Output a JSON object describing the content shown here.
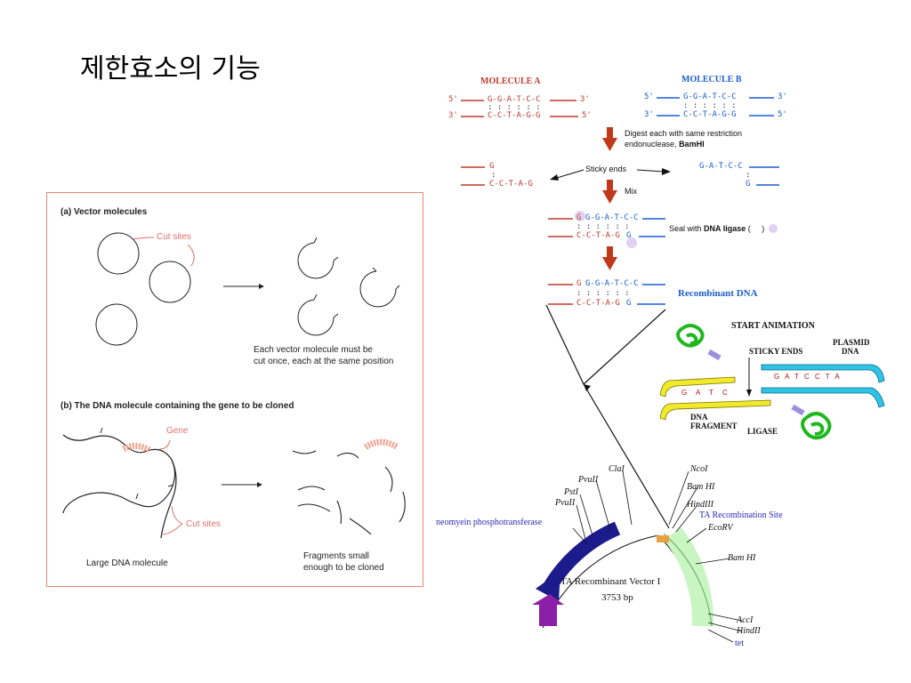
{
  "page": {
    "title": "제한효소의 기능"
  },
  "panel": {
    "a_title": "(a)  Vector molecules",
    "a_cut_sites": "Cut sites",
    "a_caption_1": "Each vector molecule must be",
    "a_caption_2": "cut once, each at the same position",
    "b_title": "(b)  The DNA molecule containing the gene to be cloned",
    "b_gene": "Gene",
    "b_cut_sites": "Cut sites",
    "b_large": "Large DNA molecule",
    "b_frag_1": "Fragments small",
    "b_frag_2": "enough to be cloned"
  },
  "dna": {
    "molecule_a": "MOLECULE A",
    "molecule_b": "MOLECULE B",
    "five": "5'",
    "three": "3'",
    "seq_top": "G-G-A-T-C-C",
    "seq_bottom": "C-C-T-A-G-G",
    "pairs": ": : : : : :",
    "digest_1": "Digest each with same restriction",
    "digest_2_prefix": "endonuclease, ",
    "digest_2_enzyme": "BamHI",
    "sticky_ends": "Sticky ends",
    "mix": "Mix",
    "left_g": "G",
    "left_bottom": "C-C-T-A-G",
    "right_top": "G-A-T-C-C",
    "right_g": "G",
    "seal_prefix": "Seal with ",
    "seal_bold": "DNA ligase",
    "seal_open": " (",
    "seal_close": " )",
    "recombinant": "Recombinant DNA"
  },
  "animation": {
    "start": "START ANIMATION",
    "sticky": "STICKY ENDS",
    "plasmid_1": "PLASMID",
    "plasmid_2": "DNA",
    "fragment_1": "DNA",
    "fragment_2": "FRAGMENT",
    "ligase": "LIGASE",
    "plasmid_bases": "G A T C C T A",
    "fragment_bases": "G A T C"
  },
  "vector": {
    "name": "TA Recombinant Vector I",
    "size": "3753 bp",
    "neo": "neomyein phosphotransferase",
    "ta_site": "TA Recombination Site",
    "tet": "tet",
    "sites": {
      "cla": "ClaI",
      "pvu1": "PvuII",
      "pst": "PstI",
      "pvu2": "PvuII",
      "nco": "NcoI",
      "bam1": "Bam HI",
      "hind1": "HindIII",
      "eco": "EcoRV",
      "bam2": "Bam HI",
      "acc": "AccI",
      "hind2": "HindII"
    }
  },
  "colors": {
    "red_strand": "#c0392b",
    "blue_strand": "#1a5fd0",
    "arrow": "#c0391b",
    "panel_border": "#e58a72",
    "gene": "#f2a08c",
    "neo_arc": "#1b1b8c",
    "green_arc": "#c9f5c2",
    "purple_arrow": "#8b1fa8",
    "plasmid": "#2ec4e6",
    "fragment": "#f0ea2a",
    "enzyme": "#2fd62f"
  }
}
